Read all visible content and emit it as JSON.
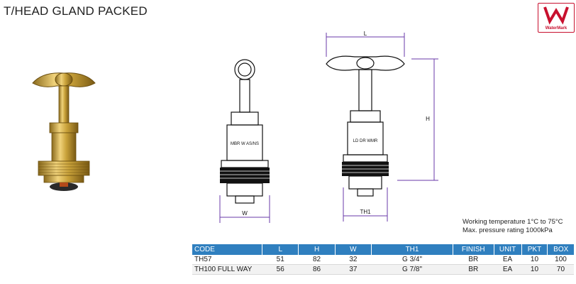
{
  "title": "T/HEAD GLAND PACKED",
  "logo": {
    "text": "WaterMark",
    "color": "#c8102e"
  },
  "drawing": {
    "label_w": "W",
    "label_l": "L",
    "label_h": "H",
    "label_th1": "TH1",
    "body_text_left": "MBR W AS/NS",
    "body_text_right": "LD DR WMR"
  },
  "specs": {
    "working_temperature": "Working temperature 1°C to 75°C",
    "pressure_rating": "Max. pressure rating 1000kPa"
  },
  "table": {
    "headers": [
      "CODE",
      "L",
      "H",
      "W",
      "TH1",
      "FINISH",
      "UNIT",
      "PKT",
      "BOX"
    ],
    "rows": [
      [
        "TH57",
        "51",
        "82",
        "32",
        "G 3/4\"",
        "BR",
        "EA",
        "10",
        "100"
      ],
      [
        "TH100 FULL WAY",
        "56",
        "86",
        "37",
        "G 7/8\"",
        "BR",
        "EA",
        "10",
        "70"
      ]
    ]
  },
  "colors": {
    "table_header": "#2f7fbf",
    "dimension_line": "#6a3aa8",
    "brass": "#c9a23a"
  }
}
